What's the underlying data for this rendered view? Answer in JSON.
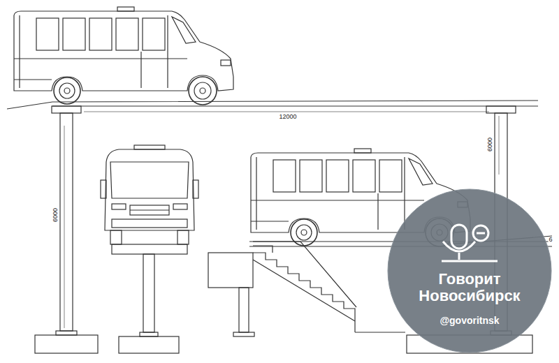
{
  "diagram": {
    "nodes": [
      {
        "text": [
          "Говорит Новосибирск",
          "@govoritnsk"
        ]
      }
    ],
    "labels": [
      "12000",
      "6000",
      "6000",
      "6"
    ]
  }
}
